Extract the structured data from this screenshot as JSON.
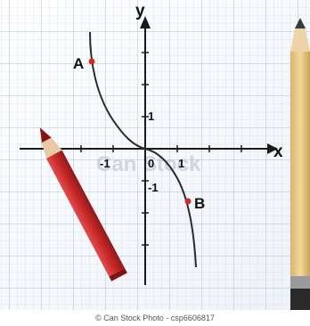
{
  "graph": {
    "axis_x_label": "x",
    "axis_y_label": "y",
    "tick_labels": [
      "1",
      "-1",
      "0",
      "1",
      "-1"
    ],
    "point_a_label": "A",
    "point_b_label": "B"
  },
  "watermark": "Can Stock",
  "credit": "© Can Stock Photo - csp6606817",
  "colors": {
    "paper": "#f7f9fc",
    "grid_line": "#b9cbe2",
    "curve": "#2b2b2b",
    "point": "#d12c2c",
    "red_pencil": "#c62828",
    "yellow_pencil": "#e6c47a"
  }
}
